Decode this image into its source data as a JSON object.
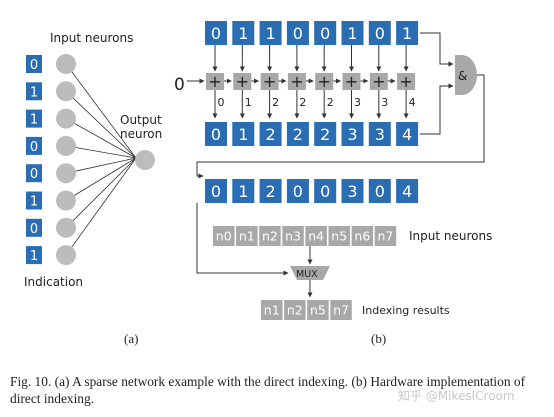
{
  "panel_a": {
    "input_neurons_label": "Input neurons",
    "output_neuron_label_line1": "Output",
    "output_neuron_label_line2": "neuron",
    "indication_label": "Indication",
    "indication_bits": [
      "0",
      "1",
      "1",
      "0",
      "0",
      "1",
      "0",
      "1"
    ],
    "sublabel": "(a)"
  },
  "panel_b": {
    "top_bits": [
      "0",
      "1",
      "1",
      "0",
      "0",
      "1",
      "0",
      "1"
    ],
    "adder_input": "0",
    "adder_symbol": "+",
    "partial_sums": [
      "0",
      "1",
      "2",
      "2",
      "2",
      "3",
      "3",
      "4"
    ],
    "prefix_sums": [
      "0",
      "1",
      "2",
      "2",
      "2",
      "3",
      "3",
      "4"
    ],
    "and_symbol": "&",
    "result_values": [
      "0",
      "1",
      "2",
      "0",
      "0",
      "3",
      "0",
      "4"
    ],
    "input_neuron_names": [
      "n0",
      "n1",
      "n2",
      "n3",
      "n4",
      "n5",
      "n6",
      "n7"
    ],
    "input_neurons_label": "Input neurons",
    "mux_label": "MUX",
    "indexed_names": [
      "n1",
      "n2",
      "n5",
      "n7"
    ],
    "indexing_results_label": "Indexing results",
    "sublabel": "(b)"
  },
  "caption_text": "Fig. 10. (a) A sparse network example with the direct indexing. (b) Hardware implementation of direct indexing.",
  "watermark": "知乎 @MikesICroom",
  "colors": {
    "blue_box": "#2a6db2",
    "gray_box": "#a8a8a8",
    "neuron_gray": "#bcbcbc",
    "line": "#333333"
  }
}
